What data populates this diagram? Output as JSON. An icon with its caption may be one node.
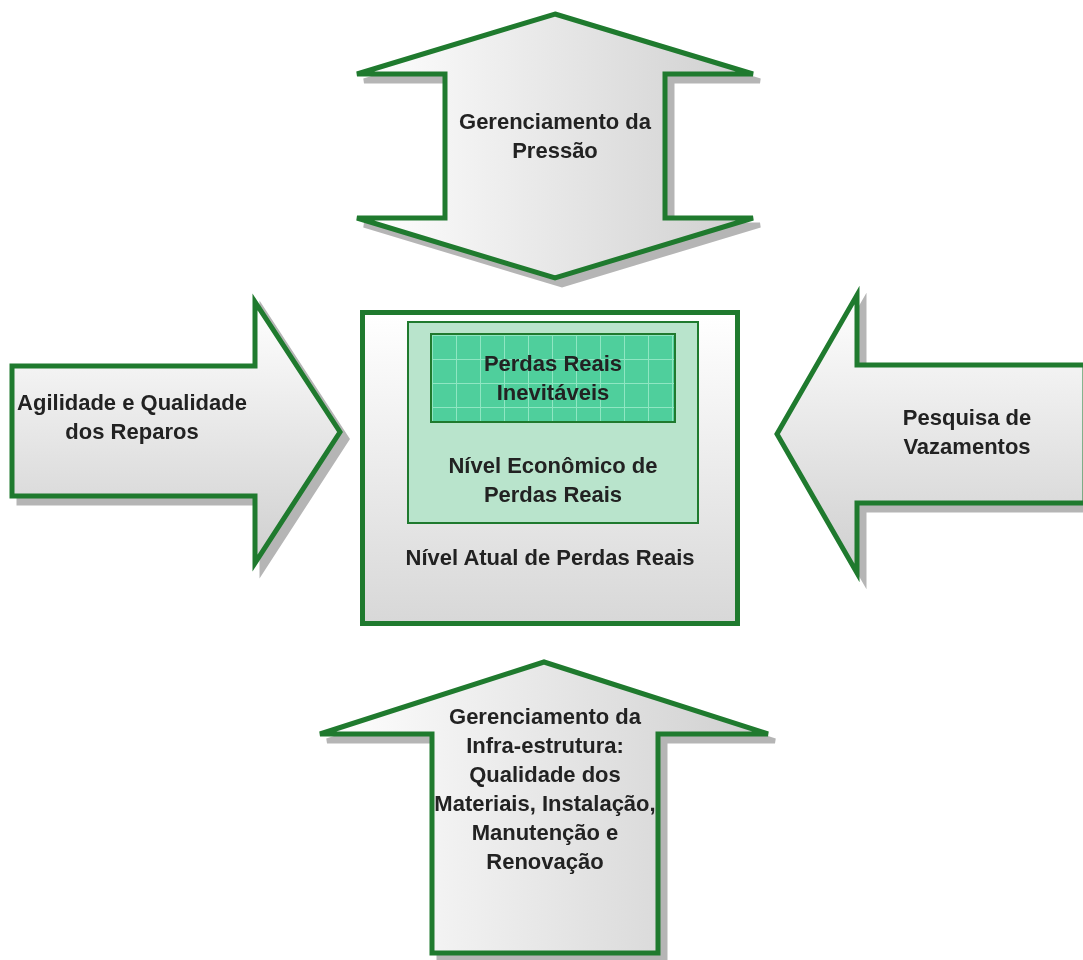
{
  "diagram": {
    "nodes": [
      {
        "text": [
          "Gerenciamento da Pressão"
        ]
      },
      {
        "text": [
          "Agilidade e Qualidade dos Reparos"
        ]
      },
      {
        "text": [
          "Nível Atual de Perdas Reais"
        ]
      },
      {
        "text": [
          "Nível Econômico de Perdas Reais"
        ],
        "in": 2
      },
      {
        "text": [
          "Perdas Reais Inevitáveis"
        ],
        "in": 3
      },
      {
        "text": [
          "Pesquisa de Vazamentos"
        ]
      },
      {
        "text": [
          "Gerenciamento da Infra-estrutura: Qualidade dos Materiais, Instalação, Manutenção e Renovação"
        ]
      }
    ]
  }
}
